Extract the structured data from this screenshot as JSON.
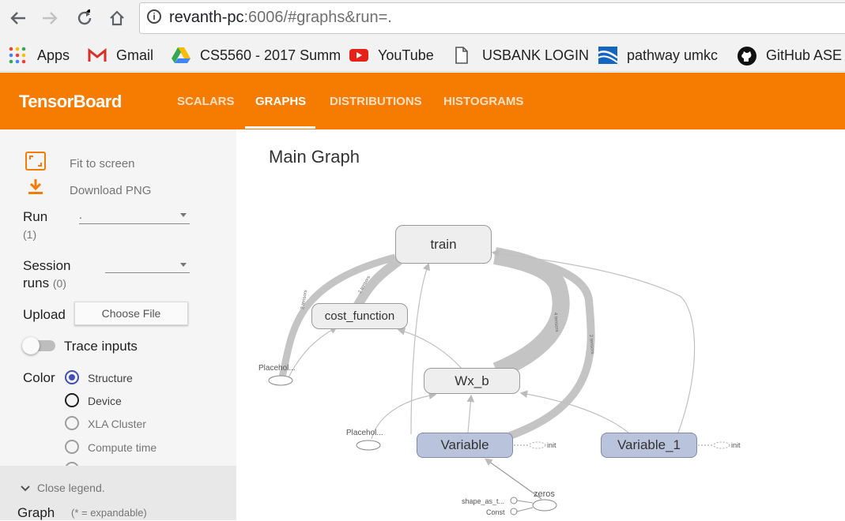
{
  "browser": {
    "url_host": "revanth-pc",
    "url_rest": ":6006/#graphs&run=.",
    "bookmarks": [
      "Apps",
      "Gmail",
      "CS5560 - 2017 Summ",
      "YouTube",
      "USBANK LOGIN",
      "pathway umkc",
      "GitHub ASE"
    ]
  },
  "header": {
    "title": "TensorBoard",
    "tabs": [
      "SCALARS",
      "GRAPHS",
      "DISTRIBUTIONS",
      "HISTOGRAMS"
    ],
    "active_tab": "GRAPHS"
  },
  "sidebar": {
    "fit_to_screen": "Fit to screen",
    "download_png": "Download PNG",
    "run_label": "Run",
    "run_count": "(1)",
    "run_value": ".",
    "session_label_1": "Session",
    "session_label_2": "runs",
    "session_count": "(0)",
    "upload_label": "Upload",
    "choose_file": "Choose File",
    "trace_inputs": "Trace inputs",
    "color_label": "Color",
    "color_options": [
      "Structure",
      "Device",
      "XLA Cluster",
      "Compute time"
    ],
    "close_legend": "Close legend.",
    "graph_label": "Graph",
    "expandable_note": "(* = expandable)"
  },
  "graph": {
    "title": "Main Graph",
    "nodes": {
      "train": "train",
      "cost_function": "cost_function",
      "wx_b": "Wx_b",
      "variable": "Variable",
      "variable_1": "Variable_1",
      "placeholder_1": "Placehol...",
      "placeholder_2": "Placehol...",
      "zeros": "zeros",
      "shape_as_t": "shape_as_t...",
      "const": "Const",
      "init_1": "init",
      "init_2": "init"
    },
    "edge_labels": [
      "2 tensors",
      "2 tensors",
      "4 tensors",
      "2 tensors"
    ]
  },
  "colors": {
    "brand": "#f57c00",
    "radio_selected": "#3f51b5",
    "variable_node": "#b9c3dc"
  }
}
